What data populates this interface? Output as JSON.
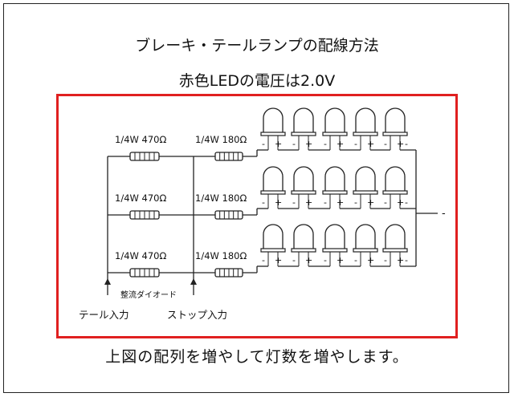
{
  "title": "ブレーキ・テールランプの配線方法",
  "subtitle": "赤色LEDの電圧は2.0V",
  "caption": "上図の配列を増やして灯数を増やします。",
  "resistor_470": "1/4W 470Ω",
  "resistor_180": "1/4W 180Ω",
  "diode_label": "整流ダイオード",
  "tail_input": "テール入力",
  "stop_input": "ストップ入力",
  "minus_sign": "-",
  "plus_sign": "+",
  "led_rows": 3,
  "leds_per_row": 5,
  "colors": {
    "highlight_border": "#e02020",
    "line": "#222222"
  }
}
